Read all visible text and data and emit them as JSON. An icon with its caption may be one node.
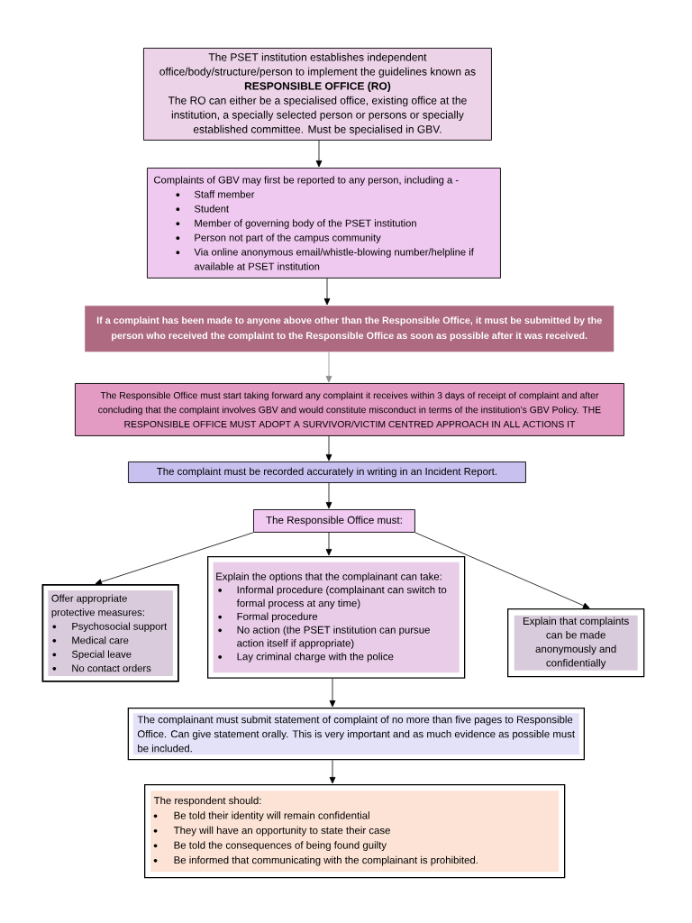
{
  "diagram": {
    "nodes": [
      {
        "text": [
          "The PSET institution establishes independent office/body/structure/person to implement the guidelines known as",
          "RESPONSIBLE OFFICE (RO)",
          "The RO can either be a specialised office, existing office at the institution, a specially selected person or persons or specially established committee. Must be specialised in GBV."
        ]
      },
      {
        "text": [
          "Complaints of GBV may first be reported to any person, including a -",
          "Staff member",
          "Student",
          "Member of governing body of the PSET institution",
          "Person not part of the campus community",
          "Via online anonymous email/whistle-blowing number/helpline if available at PSET institution"
        ]
      },
      {
        "text": [
          "If a complaint has been made to anyone above other than the Responsible Office, it must be submitted by the person who received the complaint to the Responsible Office as soon as possible after it was received."
        ]
      },
      {
        "text": [
          "The Responsible Office must start taking forward any complaint it receives within 3 days of receipt of complaint and after concluding that the complaint involves GBV and would constitute misconduct in terms of the institution’s GBV Policy. THE RESPONSIBLE OFFICE MUST ADOPT A SURVIVOR/VICTIM CENTRED APPROACH IN ALL ACTIONS IT"
        ]
      },
      {
        "text": [
          "The complaint must be recorded accurately in writing in an Incident Report."
        ]
      },
      {
        "text": [
          "The Responsible Office must:"
        ]
      },
      {
        "text": [
          "Offer appropriate protective measures:",
          "Psychosocial support",
          "Medical care",
          "Special leave",
          "No contact orders"
        ]
      },
      {
        "text": [
          "Explain the options that the complainant can take:",
          "Informal procedure (complainant can switch to formal process at any time)",
          "Formal procedure",
          "No action (the PSET institution can pursue action itself if appropriate)",
          "Lay criminal charge with the police"
        ]
      },
      {
        "text": [
          "Explain that complaints can be made anonymously and confidentially"
        ]
      },
      {
        "text": [
          "The complainant must submit statement of complaint of no more than five pages to Responsible Office. Can give statement orally. This is very important and as much evidence as possible must be included."
        ]
      },
      {
        "text": [
          "The respondent should:",
          "Be told their identity will remain confidential",
          "They will have an opportunity to state their case",
          "Be told the consequences of being found guilty",
          "Be informed that communicating with the complainant is prohibited."
        ]
      }
    ],
    "edges": [
      {
        "from": 0,
        "to": 1,
        "arrow": "to"
      },
      {
        "from": 1,
        "to": 2,
        "arrow": "to"
      },
      {
        "from": 2,
        "to": 3,
        "arrow": "to",
        "color": "#8c8c8c"
      },
      {
        "from": 3,
        "to": 4,
        "arrow": "to"
      },
      {
        "from": 4,
        "to": 5,
        "arrow": "to"
      },
      {
        "from": 5,
        "to": 6,
        "arrow": "to"
      },
      {
        "from": 5,
        "to": 7,
        "arrow": "to"
      },
      {
        "from": 5,
        "to": 8,
        "arrow": "to"
      },
      {
        "from": 7,
        "to": 9,
        "arrow": "to"
      },
      {
        "from": 9,
        "to": 10,
        "arrow": "to"
      }
    ]
  }
}
